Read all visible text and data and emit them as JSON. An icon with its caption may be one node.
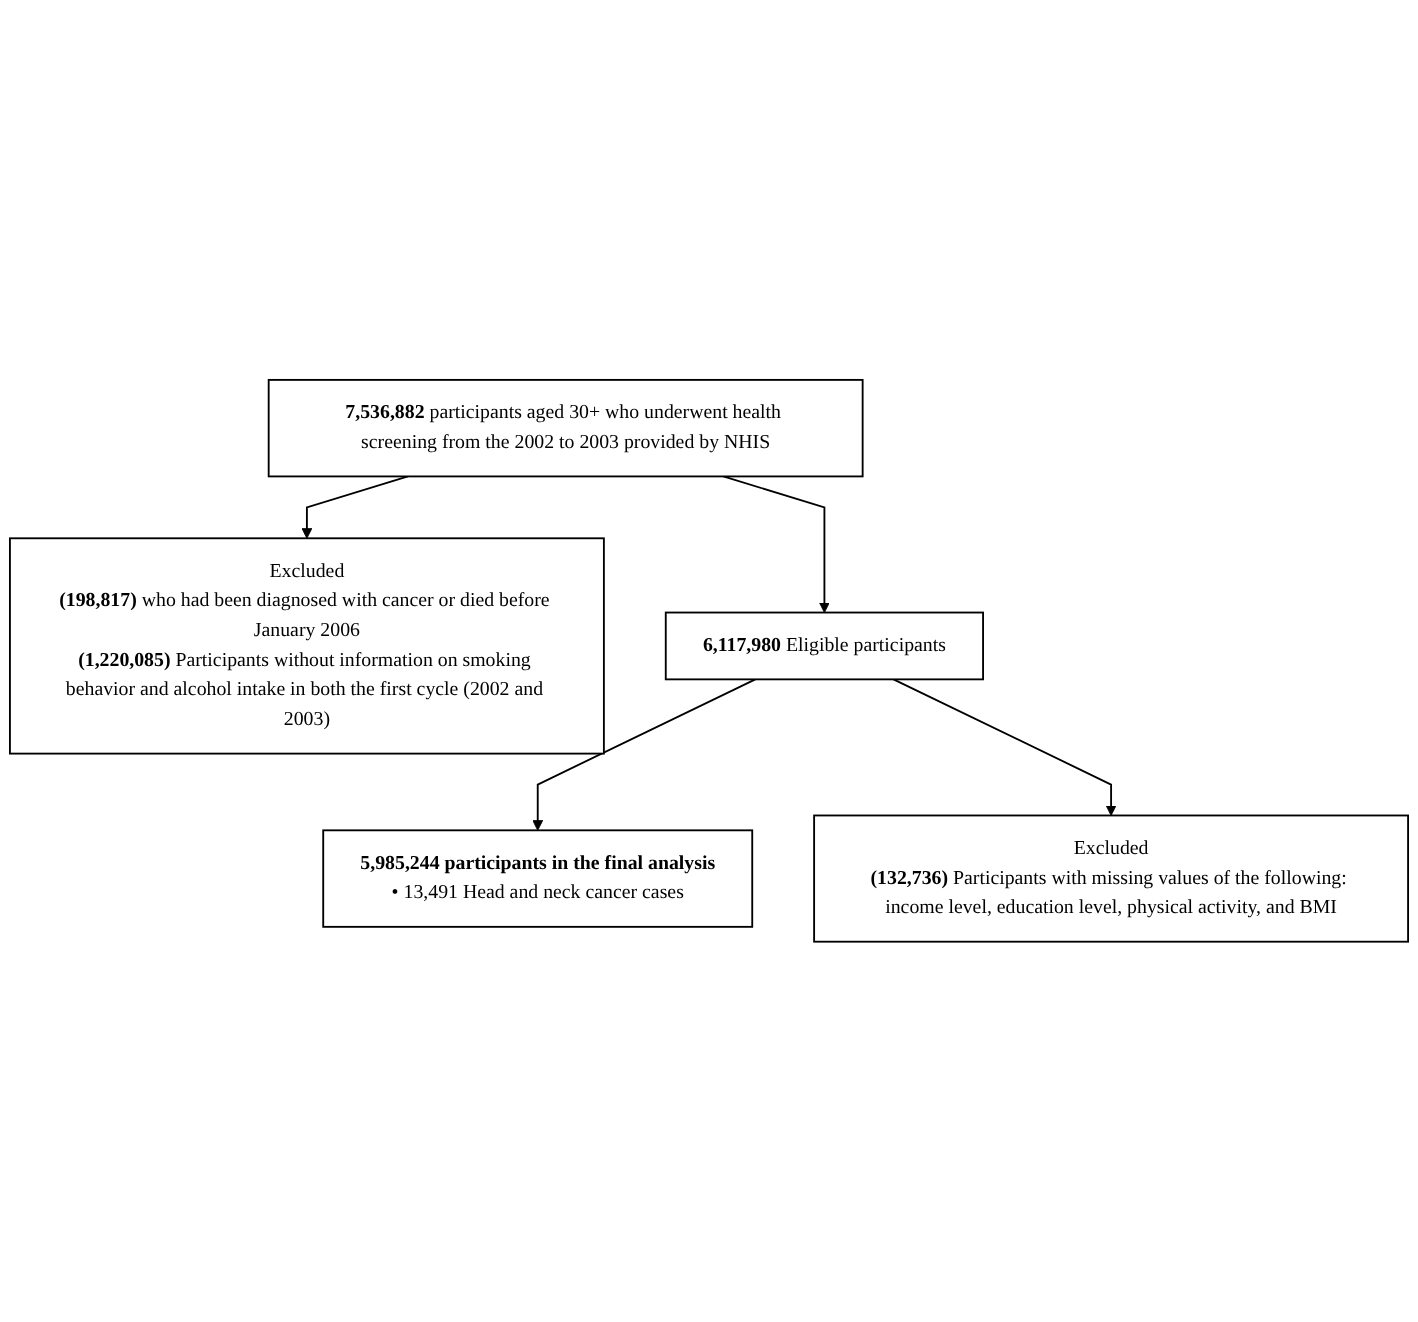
{
  "diagram": {
    "nodes": [
      {
        "text": [
          "**7,536,882** participants aged 30+ who underwent health screening from the 2002 to 2003 provided by NHIS"
        ]
      },
      {
        "text": [
          "Excluded",
          "**(198,817)** who had been diagnosed with cancer or died before January 2006",
          "**(1,220,085)** Participants without information on smoking behavior and alcohol intake in both the first cycle (2002 and 2003)"
        ]
      },
      {
        "text": [
          "**6,117,980** Eligible participants"
        ]
      },
      {
        "text": [
          "Excluded",
          "**(132,736)** Participants with missing values of the following: income level, education level, physical activity, and BMI"
        ]
      },
      {
        "text": [
          "5,985,244 participants in the final analysis",
          "• 13,491 Head and neck cancer cases"
        ]
      }
    ],
    "edges": [
      {
        "from": 0,
        "to": 2,
        "arrow": "to"
      },
      {
        "from": 0,
        "to": 1,
        "arrow": "to"
      },
      {
        "from": 2,
        "to": 4,
        "arrow": "to"
      },
      {
        "from": 2,
        "to": 3,
        "arrow": "to"
      }
    ]
  }
}
